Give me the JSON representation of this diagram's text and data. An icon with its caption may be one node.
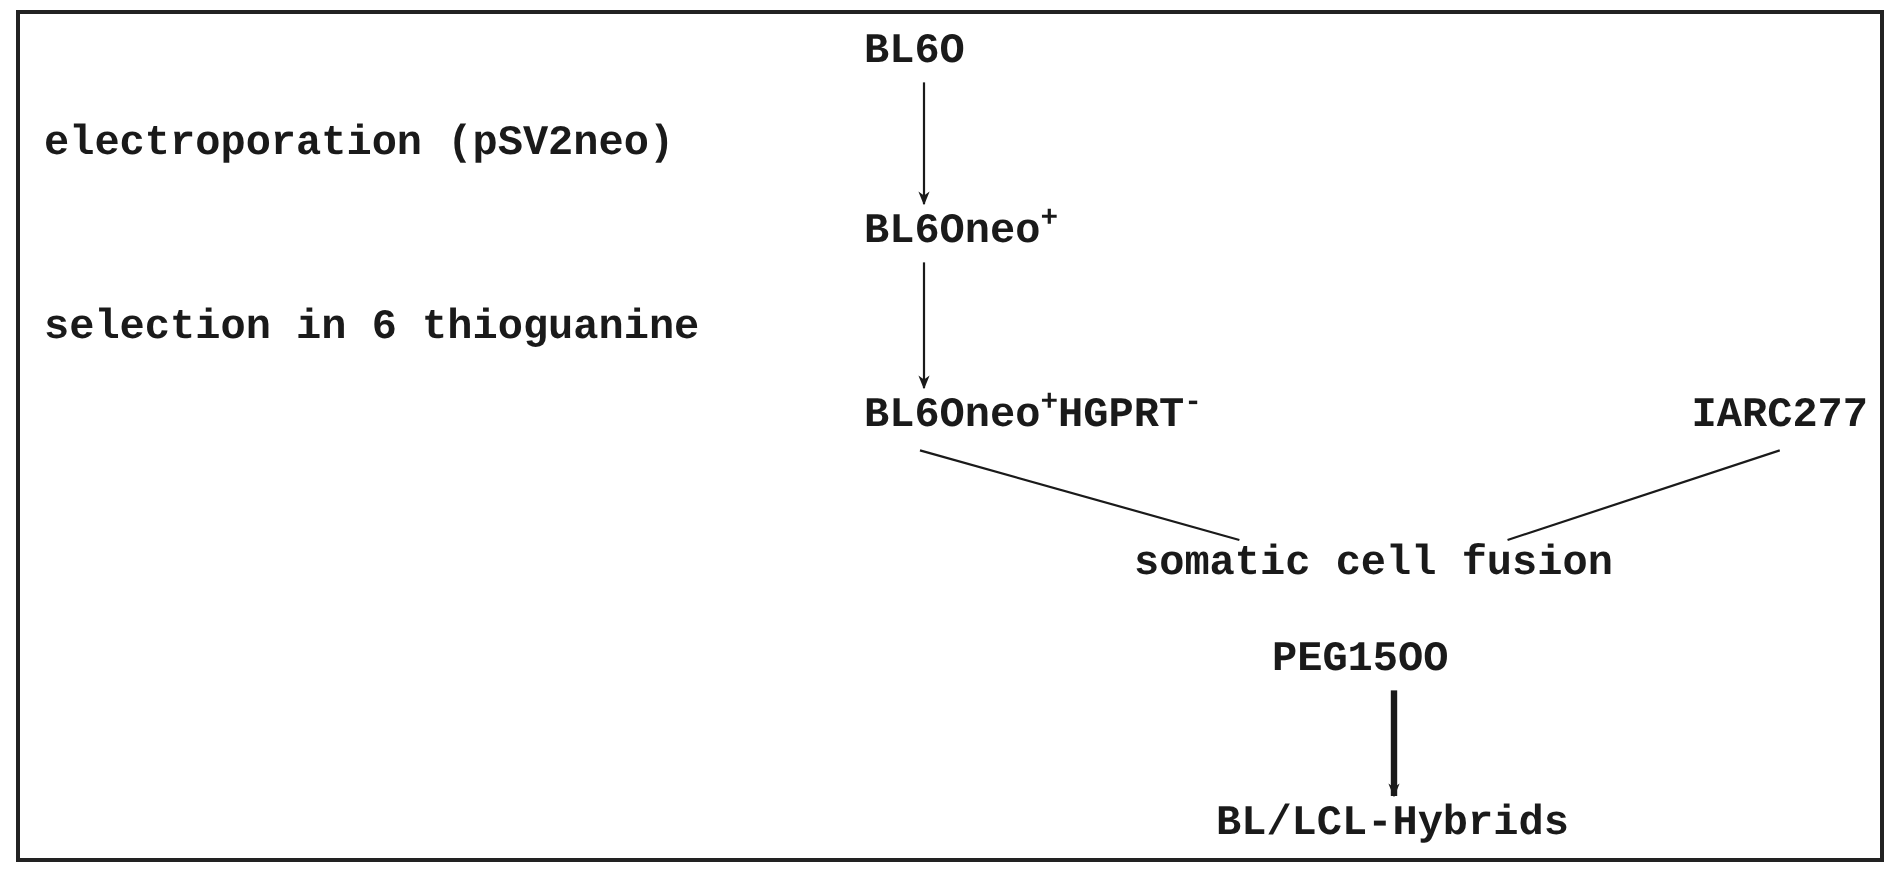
{
  "diagram": {
    "nodes": [
      {
        "text": [
          "BL6O"
        ]
      },
      {
        "text": [
          "BL6Oneo$^{+}$"
        ]
      },
      {
        "text": [
          "BL6Oneo$^{+}$HGPRT$^{-}$"
        ]
      },
      {
        "text": [
          "IARC277"
        ]
      },
      {
        "text": [
          "somatic cell fusion"
        ]
      },
      {
        "text": [
          "PEG15OO"
        ]
      },
      {
        "text": [
          "BL/LCL-Hybrids"
        ]
      }
    ],
    "edges": [
      {
        "from": 0,
        "to": 1,
        "arrow": "to"
      },
      {
        "from": 1,
        "to": 2,
        "arrow": "to"
      },
      {
        "from": 2,
        "to": 4,
        "arrow": "none"
      },
      {
        "from": 3,
        "to": 4,
        "arrow": "none"
      },
      {
        "from": 5,
        "to": 6,
        "arrow": "to",
        "style": "thick"
      }
    ],
    "labels": [
      "electroporation (pSV2neo)",
      "selection in 6 thioguanine"
    ]
  }
}
